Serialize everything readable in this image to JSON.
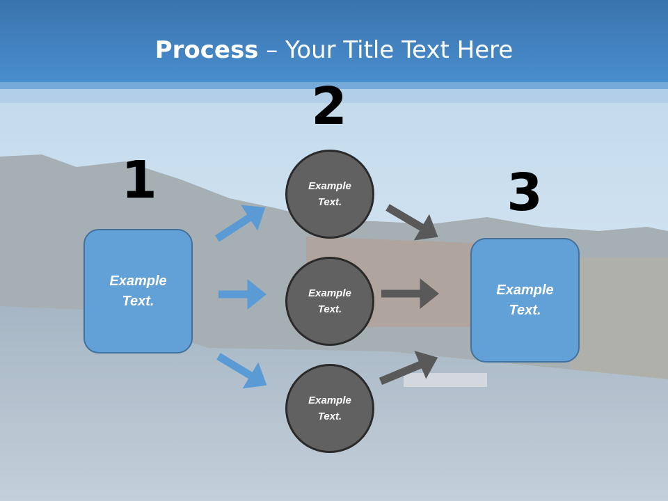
{
  "title": {
    "bold": "Process",
    "rest": " – Your Title Text Here"
  },
  "steps": [
    {
      "number": "1",
      "text": "Example Text."
    },
    {
      "number": "2",
      "items": [
        "Example Text.",
        "Example Text.",
        "Example Text."
      ]
    },
    {
      "number": "3",
      "text": "Example Text."
    }
  ],
  "colors": {
    "header": "#3f83c5",
    "box": "#62a0d8",
    "circle": "#616161",
    "arrow_blue": "#5b9bd5",
    "arrow_gray": "#595959"
  }
}
